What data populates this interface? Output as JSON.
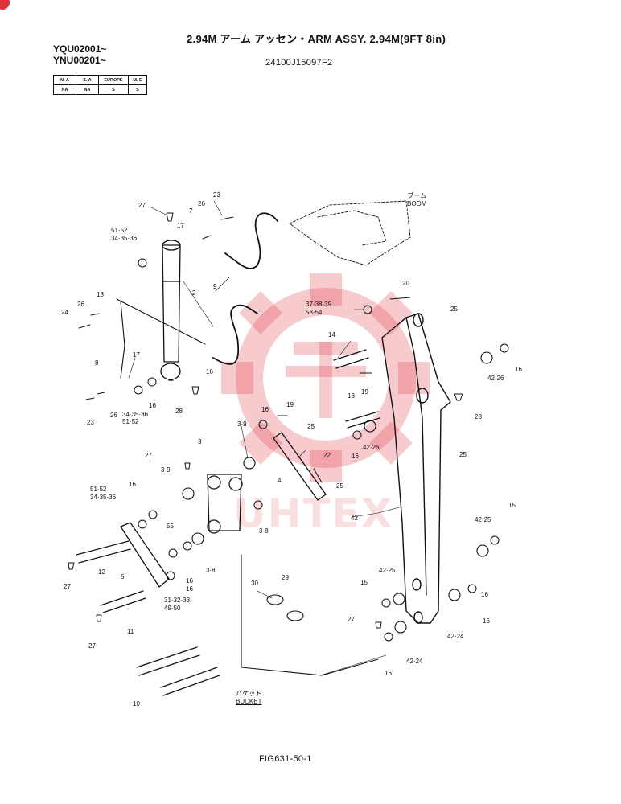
{
  "header": {
    "title": "2.94M アーム アッセン・ARM ASSY. 2.94M(9FT 8in)",
    "serial_1": "YQU02001~",
    "serial_2": "YNU00201~",
    "part_number": "24100J15097F2"
  },
  "spec_table": {
    "headers": [
      "N. A",
      "S. A",
      "EUROPE",
      "M. E"
    ],
    "values": [
      "NA",
      "NA",
      "S",
      "S"
    ]
  },
  "tags": {
    "boom_jp": "ブーム",
    "boom_en": "BOOM",
    "bucket_jp": "バケット",
    "bucket_en": "BUCKET"
  },
  "callouts": [
    "27",
    "23",
    "26",
    "7",
    "17",
    "51·52",
    "34·35·36",
    "2",
    "18",
    "26",
    "24",
    "9",
    "17",
    "8",
    "16",
    "34·35·36",
    "51·52",
    "23",
    "26",
    "16",
    "28",
    "20",
    "37·38·39",
    "53·54",
    "25",
    "14",
    "19",
    "13",
    "16",
    "42·26",
    "28",
    "19",
    "25",
    "16",
    "42·26",
    "25",
    "3·9",
    "16",
    "3",
    "27",
    "3·9",
    "22",
    "4",
    "25",
    "51·52",
    "34·35·36",
    "16",
    "3·8",
    "42",
    "15",
    "42·25",
    "55",
    "16",
    "3·8",
    "12",
    "27",
    "5",
    "16",
    "31·32·33",
    "49·50",
    "30",
    "29",
    "42·25",
    "15",
    "27",
    "16",
    "42·24",
    "16",
    "42·24",
    "16",
    "11",
    "27",
    "10"
  ],
  "watermark": "UHTEX",
  "figure_number": "FIG631-50-1",
  "colors": {
    "ink": "#111111",
    "watermark": "#e4414b",
    "badge": "#e0303a"
  }
}
